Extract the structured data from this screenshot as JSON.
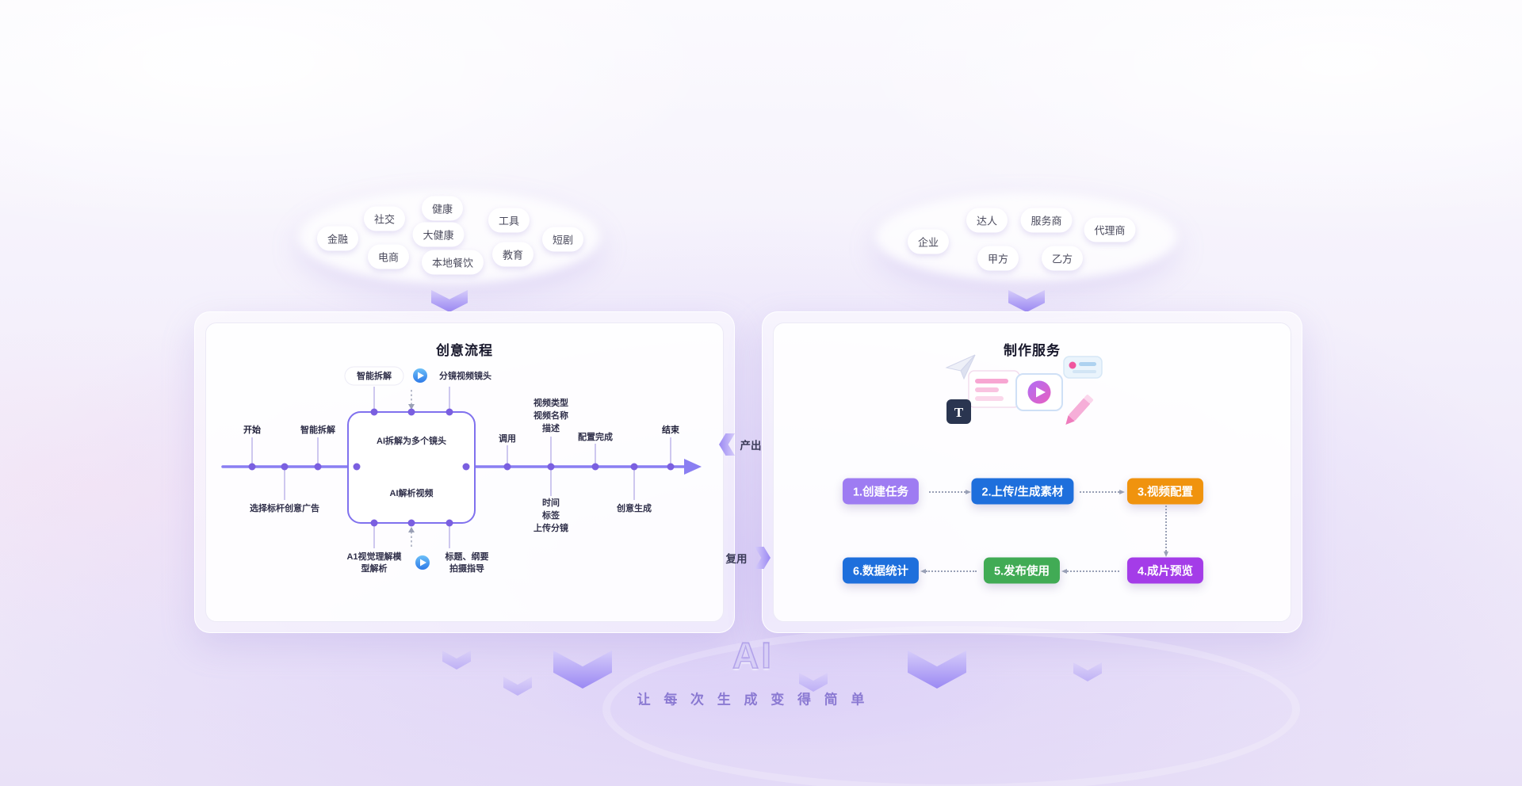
{
  "theme": {
    "timeline": "#8a7ff2",
    "dot": "#7a5fe0",
    "background_lavender": "#e9e1f7",
    "arrow_purple": "#9b89f3"
  },
  "clouds": {
    "industry": [
      "社交",
      "健康",
      "金融",
      "大健康",
      "工具",
      "电商",
      "本地餐饮",
      "教育",
      "短剧"
    ],
    "client": [
      "企业",
      "达人",
      "服务商",
      "代理商",
      "甲方",
      "乙方"
    ]
  },
  "creative": {
    "title": "创意流程",
    "top_smart_split": "智能拆解",
    "storyboard_shots": "分镜视频镜头",
    "start": "开始",
    "smart_split": "智能拆解",
    "select_benchmark_ad": "选择标杆创意广告",
    "box_line1": "AI拆解为多个镜头",
    "box_line2": "AI解析视频",
    "invoke": "调用",
    "video_type": "视频类型",
    "video_name": "视频名称",
    "video_desc": "描述",
    "config_done": "配置完成",
    "end": "结束",
    "time": "时间",
    "tag_label": "标签",
    "upload_storyboard": "上传分镜",
    "idea_generate": "创意生成",
    "visual_model_l1": "A1视觉理解模",
    "visual_model_l2": "型解析",
    "title_outline_l1": "标题、纲要",
    "title_outline_l2": "拍摄指导"
  },
  "service": {
    "title": "制作服务",
    "t_badge": "T",
    "steps": [
      {
        "label": "1.创建任务",
        "color": "#9e7cf2"
      },
      {
        "label": "2.上传/生成素材",
        "color": "#1e6fdc"
      },
      {
        "label": "3.视频配置",
        "color": "#f0930e"
      },
      {
        "label": "4.成片预览",
        "color": "#a43ce8"
      },
      {
        "label": "5.发布使用",
        "color": "#41ab55"
      },
      {
        "label": "6.数据统计",
        "color": "#1e6fdc"
      }
    ]
  },
  "middle": {
    "output": "产出",
    "reuse": "复用"
  },
  "footer": {
    "ai": "AI",
    "slogan": "让 每 次 生 成 变 得 简 单"
  }
}
